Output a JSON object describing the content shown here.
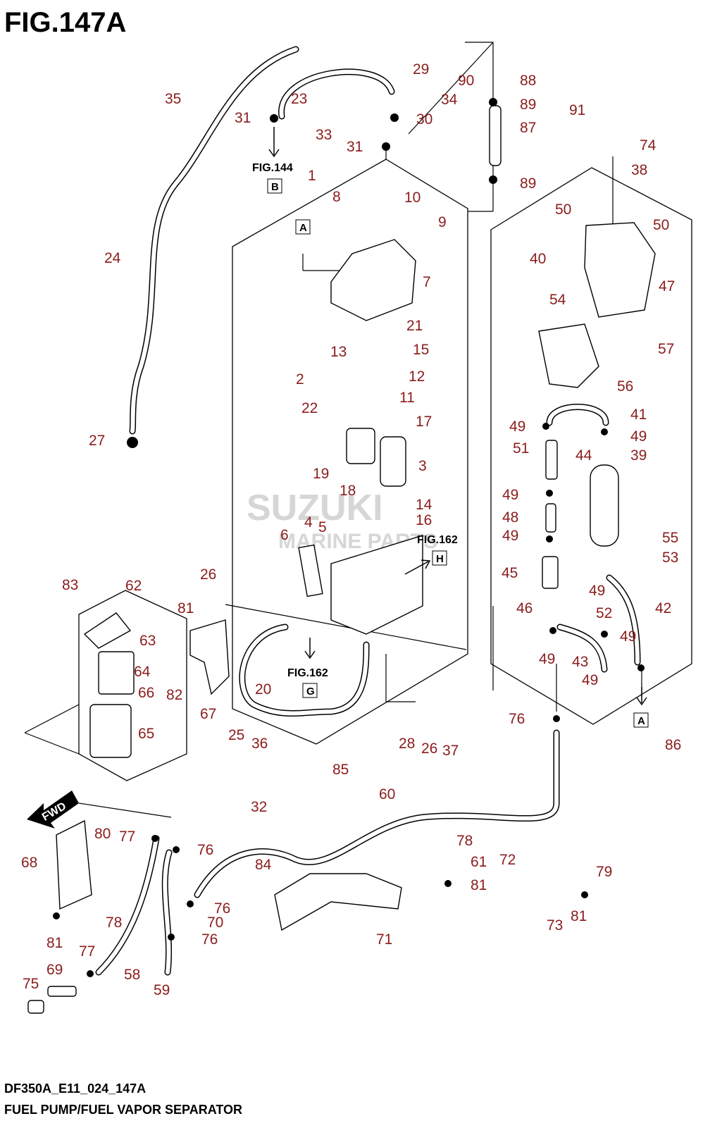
{
  "figure": {
    "title": "FIG.147A",
    "code": "DF350A_E11_024_147A",
    "name": "FUEL PUMP/FUEL VAPOR SEPARATOR"
  },
  "references": {
    "fig144": "FIG.144",
    "fig144_box": "B",
    "fig162_top": "FIG.162",
    "fig162_top_box": "H",
    "fig162_bottom": "FIG.162",
    "fig162_bottom_box": "G",
    "box_a_upper": "A",
    "box_a_right": "A"
  },
  "watermark": {
    "brand": "SUZUKI",
    "line2": "MARINE PARTS"
  },
  "direction_arrow": "FWD",
  "callouts": [
    {
      "id": "c1",
      "text": "1"
    },
    {
      "id": "c2",
      "text": "2"
    },
    {
      "id": "c3",
      "text": "3"
    },
    {
      "id": "c4",
      "text": "4"
    },
    {
      "id": "c5",
      "text": "5"
    },
    {
      "id": "c6",
      "text": "6"
    },
    {
      "id": "c7",
      "text": "7"
    },
    {
      "id": "c8",
      "text": "8"
    },
    {
      "id": "c9",
      "text": "9"
    },
    {
      "id": "c10",
      "text": "10"
    },
    {
      "id": "c11",
      "text": "11"
    },
    {
      "id": "c12",
      "text": "12"
    },
    {
      "id": "c13",
      "text": "13"
    },
    {
      "id": "c14",
      "text": "14"
    },
    {
      "id": "c15",
      "text": "15"
    },
    {
      "id": "c16",
      "text": "16"
    },
    {
      "id": "c17",
      "text": "17"
    },
    {
      "id": "c18",
      "text": "18"
    },
    {
      "id": "c19",
      "text": "19"
    },
    {
      "id": "c20",
      "text": "20"
    },
    {
      "id": "c21",
      "text": "21"
    },
    {
      "id": "c22",
      "text": "22"
    },
    {
      "id": "c23",
      "text": "23"
    },
    {
      "id": "c24",
      "text": "24"
    },
    {
      "id": "c25",
      "text": "25"
    },
    {
      "id": "c26a",
      "text": "26"
    },
    {
      "id": "c26b",
      "text": "26"
    },
    {
      "id": "c27",
      "text": "27"
    },
    {
      "id": "c28",
      "text": "28"
    },
    {
      "id": "c29",
      "text": "29"
    },
    {
      "id": "c30",
      "text": "30"
    },
    {
      "id": "c31a",
      "text": "31"
    },
    {
      "id": "c31b",
      "text": "31"
    },
    {
      "id": "c32",
      "text": "32"
    },
    {
      "id": "c33",
      "text": "33"
    },
    {
      "id": "c34",
      "text": "34"
    },
    {
      "id": "c35",
      "text": "35"
    },
    {
      "id": "c36",
      "text": "36"
    },
    {
      "id": "c37",
      "text": "37"
    },
    {
      "id": "c38",
      "text": "38"
    },
    {
      "id": "c39",
      "text": "39"
    },
    {
      "id": "c40",
      "text": "40"
    },
    {
      "id": "c41",
      "text": "41"
    },
    {
      "id": "c42",
      "text": "42"
    },
    {
      "id": "c43",
      "text": "43"
    },
    {
      "id": "c44",
      "text": "44"
    },
    {
      "id": "c45",
      "text": "45"
    },
    {
      "id": "c46",
      "text": "46"
    },
    {
      "id": "c47",
      "text": "47"
    },
    {
      "id": "c48",
      "text": "48"
    },
    {
      "id": "c49a",
      "text": "49"
    },
    {
      "id": "c49b",
      "text": "49"
    },
    {
      "id": "c49c",
      "text": "49"
    },
    {
      "id": "c49d",
      "text": "49"
    },
    {
      "id": "c49e",
      "text": "49"
    },
    {
      "id": "c49f",
      "text": "49"
    },
    {
      "id": "c49g",
      "text": "49"
    },
    {
      "id": "c49h",
      "text": "49"
    },
    {
      "id": "c50a",
      "text": "50"
    },
    {
      "id": "c50b",
      "text": "50"
    },
    {
      "id": "c51",
      "text": "51"
    },
    {
      "id": "c52",
      "text": "52"
    },
    {
      "id": "c53",
      "text": "53"
    },
    {
      "id": "c54",
      "text": "54"
    },
    {
      "id": "c55",
      "text": "55"
    },
    {
      "id": "c56",
      "text": "56"
    },
    {
      "id": "c57",
      "text": "57"
    },
    {
      "id": "c58",
      "text": "58"
    },
    {
      "id": "c59",
      "text": "59"
    },
    {
      "id": "c60",
      "text": "60"
    },
    {
      "id": "c61",
      "text": "61"
    },
    {
      "id": "c62",
      "text": "62"
    },
    {
      "id": "c63",
      "text": "63"
    },
    {
      "id": "c64",
      "text": "64"
    },
    {
      "id": "c65",
      "text": "65"
    },
    {
      "id": "c66",
      "text": "66"
    },
    {
      "id": "c67",
      "text": "67"
    },
    {
      "id": "c68",
      "text": "68"
    },
    {
      "id": "c69",
      "text": "69"
    },
    {
      "id": "c70",
      "text": "70"
    },
    {
      "id": "c71",
      "text": "71"
    },
    {
      "id": "c72",
      "text": "72"
    },
    {
      "id": "c73",
      "text": "73"
    },
    {
      "id": "c74",
      "text": "74"
    },
    {
      "id": "c75",
      "text": "75"
    },
    {
      "id": "c76a",
      "text": "76"
    },
    {
      "id": "c76b",
      "text": "76"
    },
    {
      "id": "c76c",
      "text": "76"
    },
    {
      "id": "c76d",
      "text": "76"
    },
    {
      "id": "c77a",
      "text": "77"
    },
    {
      "id": "c77b",
      "text": "77"
    },
    {
      "id": "c78a",
      "text": "78"
    },
    {
      "id": "c78b",
      "text": "78"
    },
    {
      "id": "c79",
      "text": "79"
    },
    {
      "id": "c80",
      "text": "80"
    },
    {
      "id": "c81a",
      "text": "81"
    },
    {
      "id": "c81b",
      "text": "81"
    },
    {
      "id": "c81c",
      "text": "81"
    },
    {
      "id": "c81d",
      "text": "81"
    },
    {
      "id": "c82",
      "text": "82"
    },
    {
      "id": "c83",
      "text": "83"
    },
    {
      "id": "c84",
      "text": "84"
    },
    {
      "id": "c85",
      "text": "85"
    },
    {
      "id": "c86",
      "text": "86"
    },
    {
      "id": "c87",
      "text": "87"
    },
    {
      "id": "c88",
      "text": "88"
    },
    {
      "id": "c89a",
      "text": "89"
    },
    {
      "id": "c89b",
      "text": "89"
    },
    {
      "id": "c90",
      "text": "90"
    },
    {
      "id": "c91",
      "text": "91"
    }
  ]
}
